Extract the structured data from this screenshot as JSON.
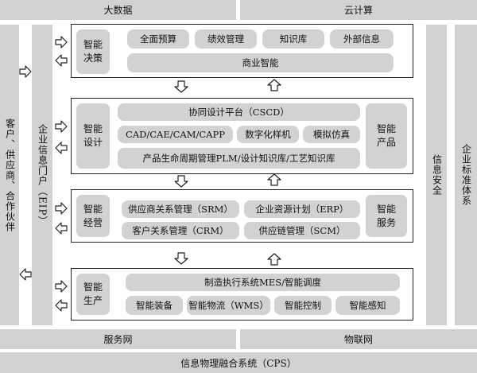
{
  "top": {
    "bigdata": "大数据",
    "cloud": "云计算"
  },
  "left": {
    "partners": "客户、供应商、合作伙伴",
    "eip": "企业信息门户（EIP）"
  },
  "right": {
    "security": "信息安全",
    "standards": "企业标准体系"
  },
  "decision": {
    "label": "智能决策",
    "items": [
      "全面预算",
      "绩效管理",
      "知识库",
      "外部信息"
    ],
    "bi": "商业智能"
  },
  "design": {
    "label": "智能设计",
    "cscd": "协同设计平台（CSCD）",
    "cad": "CAD/CAE/CAM/CAPP",
    "proto": "数字化样机",
    "sim": "模拟仿真",
    "plm": "产品生命周期管理PLM/设计知识库/工艺知识库",
    "product": "智能产品"
  },
  "operation": {
    "label": "智能经营",
    "srm": "供应商关系管理（SRM）",
    "erp": "企业资源计划（ERP）",
    "crm": "客户关系管理（CRM）",
    "scm": "供应链管理（SCM）",
    "service": "智能服务"
  },
  "production": {
    "label": "智能生产",
    "mes": "制造执行系统MES/智能调度",
    "items": [
      "智能装备",
      "智能物流（WMS）",
      "智能控制",
      "智能感知"
    ]
  },
  "bottom": {
    "service_net": "服务网",
    "iot": "物联网",
    "cps": "信息物理融合系统（CPS）"
  }
}
